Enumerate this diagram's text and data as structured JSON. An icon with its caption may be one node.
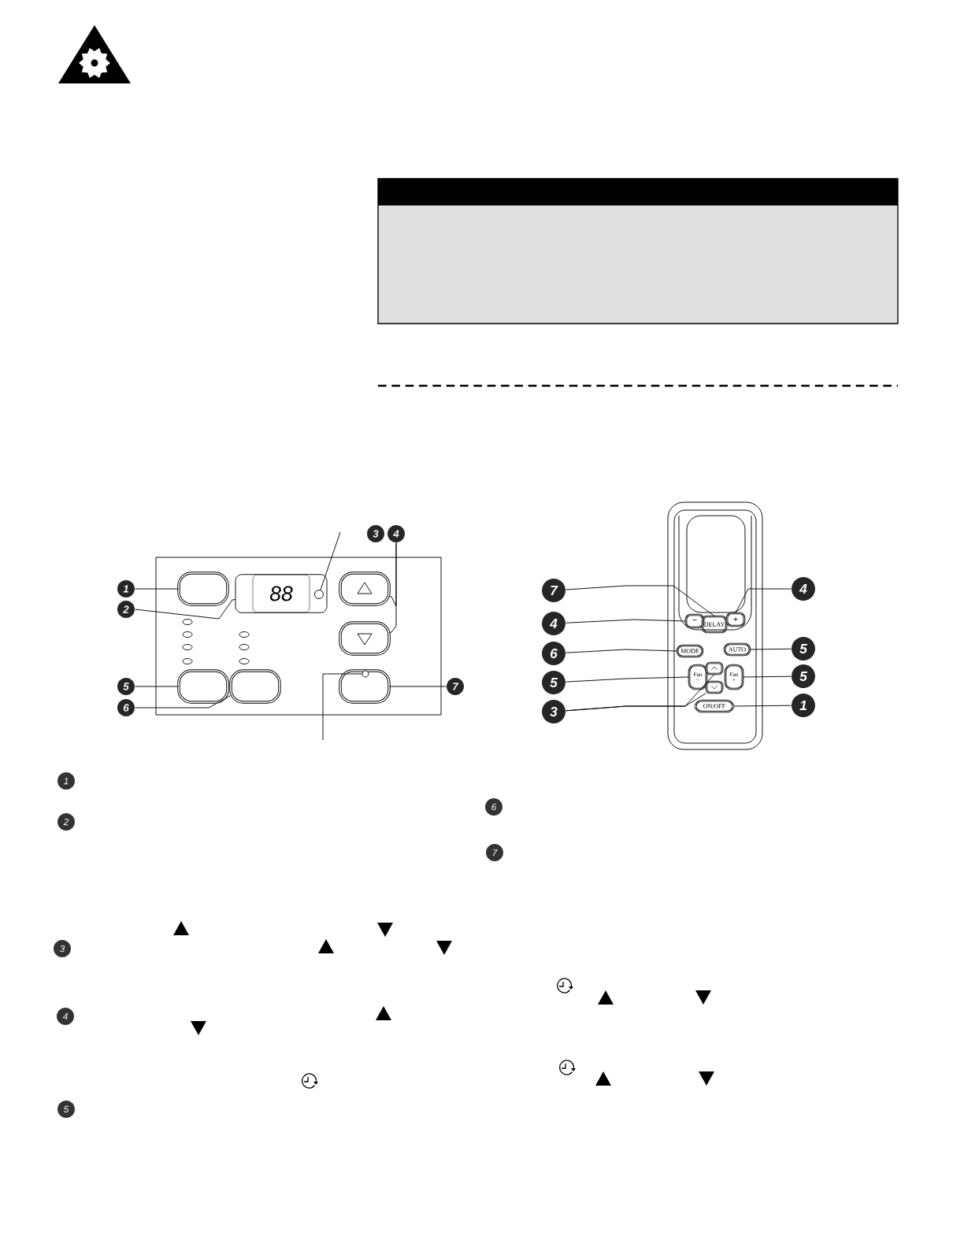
{
  "diagram": {
    "nodes": [
      {
        "text": [
          "1"
        ]
      },
      {
        "text": [
          "2"
        ]
      },
      {
        "text": [
          "3"
        ]
      },
      {
        "text": [
          "4"
        ]
      },
      {
        "text": [
          "5"
        ]
      },
      {
        "text": [
          "6"
        ]
      },
      {
        "text": [
          "7"
        ]
      },
      {
        "text": [],
        "shape": "box"
      },
      {
        "text": [
          "88"
        ]
      },
      {
        "text": [],
        "shape": "circle",
        "in": 8
      },
      {
        "text": [],
        "shape": "box"
      },
      {
        "text": [],
        "shape": "box"
      },
      {
        "text": [],
        "shape": "box"
      },
      {
        "text": [],
        "shape": "box"
      },
      {
        "text": [],
        "shape": "box"
      },
      {
        "text": [],
        "shape": "circle",
        "in": 14
      },
      {
        "text": [
          "7"
        ]
      },
      {
        "text": [
          "4"
        ]
      },
      {
        "text": [
          "6"
        ]
      },
      {
        "text": [
          "5"
        ]
      },
      {
        "text": [
          "3"
        ]
      },
      {
        "text": [
          "4"
        ]
      },
      {
        "text": [
          "5"
        ]
      },
      {
        "text": [
          "5"
        ]
      },
      {
        "text": [
          "1"
        ]
      },
      {
        "text": [
          "−"
        ]
      },
      {
        "text": [
          "DELAY"
        ]
      },
      {
        "text": [
          "+"
        ]
      },
      {
        "text": [
          "MODE"
        ]
      },
      {
        "text": [
          "AUTO"
        ]
      },
      {
        "text": [
          "Fan",
          "−"
        ]
      },
      {
        "text": [],
        "shape": "box"
      },
      {
        "text": [],
        "shape": "box"
      },
      {
        "text": [
          "Fan",
          "+"
        ]
      },
      {
        "text": [
          "ON/OFF"
        ]
      },
      {
        "text": [
          "1"
        ]
      },
      {
        "text": [
          "2"
        ]
      },
      {
        "text": [
          "3"
        ]
      },
      {
        "text": [
          "4"
        ]
      },
      {
        "text": [
          "5"
        ]
      },
      {
        "text": [
          "6"
        ]
      },
      {
        "text": [
          "7"
        ]
      }
    ],
    "edges": [
      {
        "from": 0,
        "to": 7,
        "arrow": "none"
      },
      {
        "from": 1,
        "to": 8,
        "arrow": "none"
      },
      {
        "from": null,
        "to": 9,
        "arrow": "none"
      },
      {
        "from": 3,
        "to": 10,
        "arrow": "none"
      },
      {
        "from": 3,
        "to": 11,
        "arrow": "none"
      },
      {
        "from": 4,
        "to": 12,
        "arrow": "none"
      },
      {
        "from": 5,
        "to": 13,
        "arrow": "none"
      },
      {
        "from": 6,
        "to": 14,
        "arrow": "none"
      },
      {
        "from": null,
        "to": 15,
        "arrow": "none"
      },
      {
        "from": 16,
        "to": 26,
        "arrow": "none"
      },
      {
        "from": 17,
        "to": 25,
        "arrow": "none"
      },
      {
        "from": 18,
        "to": 28,
        "arrow": "none"
      },
      {
        "from": 19,
        "to": 30,
        "arrow": "none"
      },
      {
        "from": 20,
        "to": 31,
        "arrow": "none"
      },
      {
        "from": 20,
        "to": 32,
        "arrow": "none"
      },
      {
        "from": 21,
        "to": 27,
        "arrow": "none"
      },
      {
        "from": 22,
        "to": 29,
        "arrow": "none"
      },
      {
        "from": 23,
        "to": 33,
        "arrow": "none"
      },
      {
        "from": 24,
        "to": 34,
        "arrow": "none"
      }
    ]
  }
}
